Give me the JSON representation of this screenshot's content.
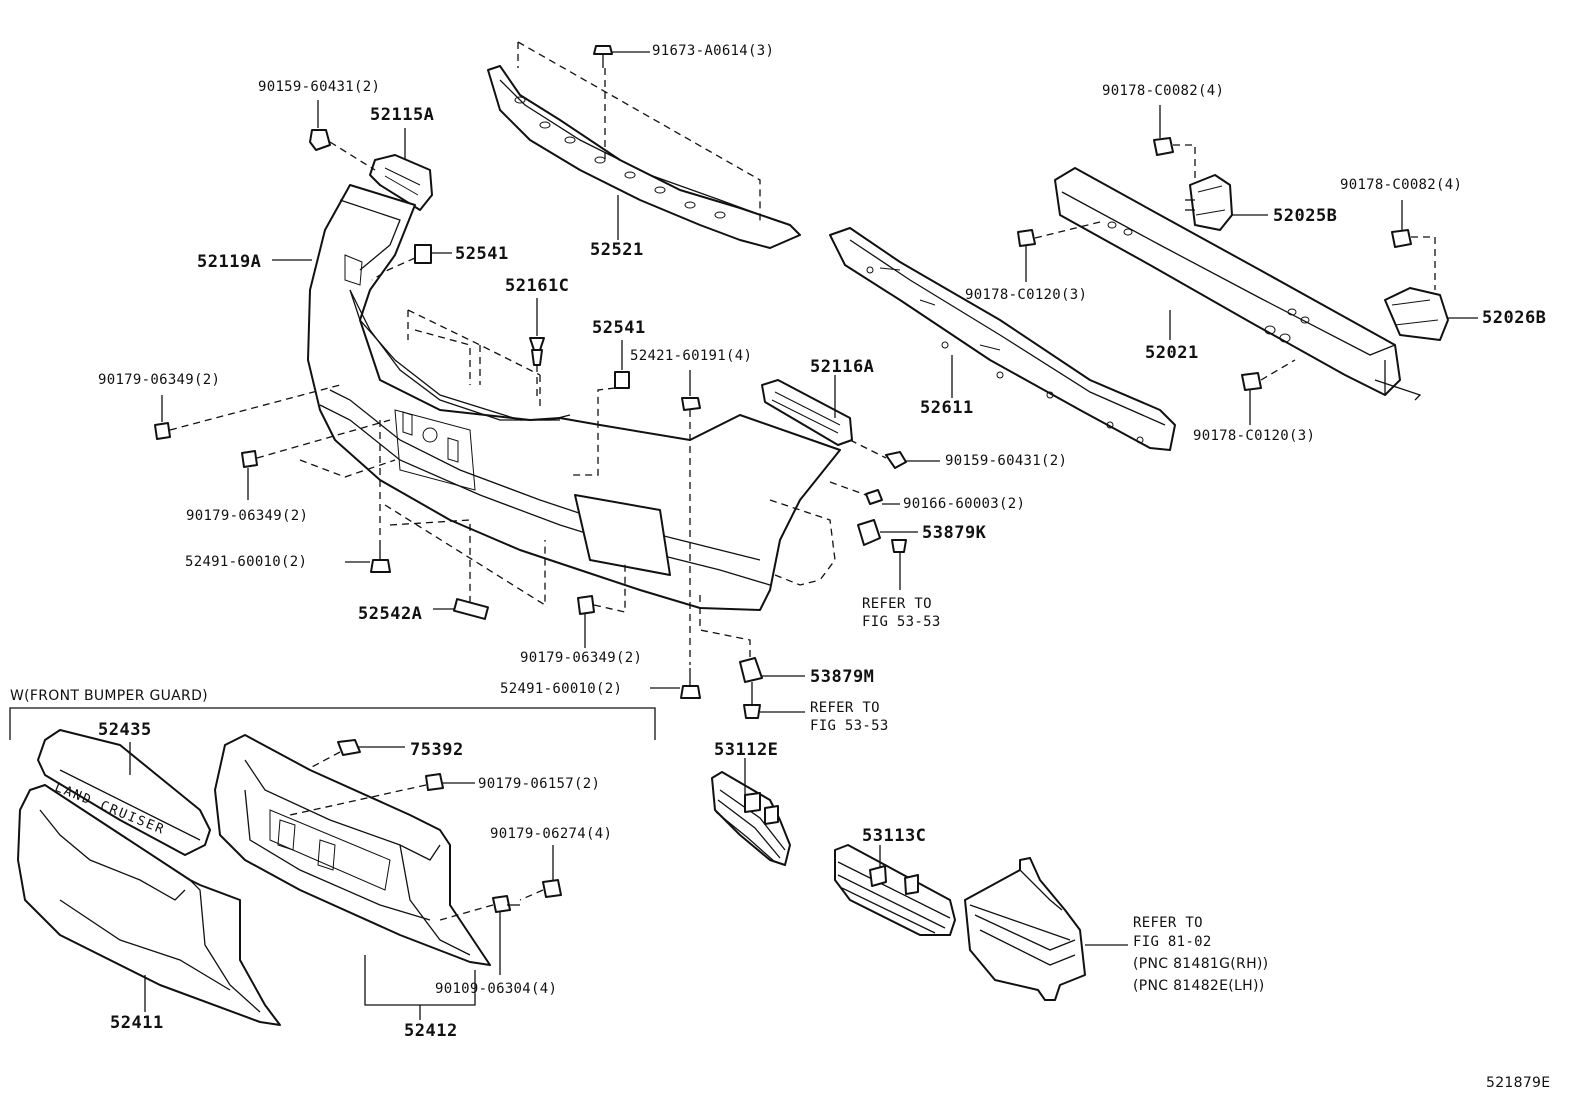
{
  "labels": {
    "p91673": "91673-A0614(3)",
    "p90159a": "90159-60431(2)",
    "p52115A": "52115A",
    "p52541a": "52541",
    "p52119A": "52119A",
    "p52521": "52521",
    "p52161C": "52161C",
    "p52541b": "52541",
    "p52421": "52421-60191(4)",
    "p52116A": "52116A",
    "p90179a": "90179-06349(2)",
    "p90179b": "90179-06349(2)",
    "p52491a": "52491-60010(2)",
    "p52542A": "52542A",
    "p90179c": "90179-06349(2)",
    "p52491b": "52491-60010(2)",
    "p90178a": "90178-C0082(4)",
    "p52025B": "52025B",
    "p90178b": "90178-C0082(4)",
    "p52026B": "52026B",
    "p90178c": "90178-C0120(3)",
    "p52021": "52021",
    "p52611": "52611",
    "p90178d": "90178-C0120(3)",
    "p90159b": "90159-60431(2)",
    "p90166": "90166-60003(2)",
    "p53879K": "53879K",
    "refer1a": "REFER TO",
    "refer1b": "FIG 53-53",
    "p53879M": "53879M",
    "refer2a": "REFER TO",
    "refer2b": "FIG 53-53",
    "p53112E": "53112E",
    "p53113C": "53113C",
    "refer3a": "REFER TO",
    "refer3b": "FIG 81-02",
    "pnc1": "(PNC 81481G(RH))",
    "pnc2": "(PNC 81482E(LH))",
    "guard_title": "W(FRONT BUMPER GUARD)",
    "p52435": "52435",
    "p75392": "75392",
    "p90179d": "90179-06157(2)",
    "p90179e": "90179-06274(4)",
    "p90109": "90109-06304(4)",
    "p52411": "52411",
    "p52412": "52412",
    "emblem": "LAND CRUISER",
    "fig_id": "521879E"
  }
}
